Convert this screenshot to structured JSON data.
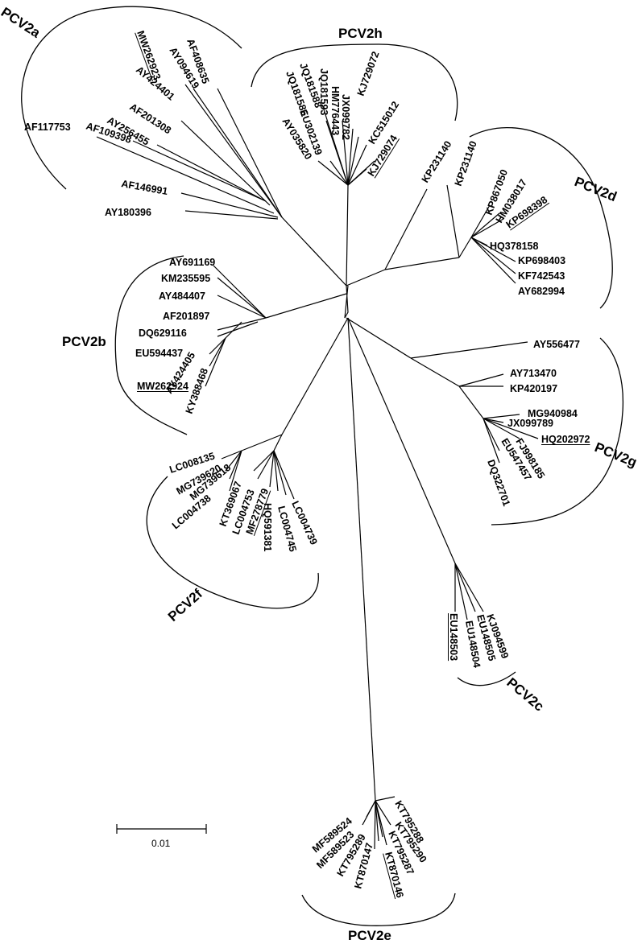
{
  "clades": {
    "pcv2a": "PCV2a",
    "pcv2h": "PCV2h",
    "pcv2d": "PCV2d",
    "pcv2b": "PCV2b",
    "pcv2g": "PCV2g",
    "pcv2f": "PCV2f",
    "pcv2c": "PCV2c",
    "pcv2e": "PCV2e"
  },
  "scale_bar": {
    "value": "0.01"
  },
  "leaves": {
    "a": [
      "MW262923",
      "AF408635",
      "AY094619",
      "AY424401",
      "AF201308",
      "AY256455",
      "AF117753",
      "AF109398",
      "AF146991",
      "AY180396"
    ],
    "h": [
      "JQ181588",
      "JQ181586",
      "JQ181593",
      "HM776443",
      "JX099782",
      "KJ729072",
      "KC515012",
      "EU302139",
      "AY035820",
      "KJ729074"
    ],
    "d": [
      "KP231140",
      "KP231140",
      "KP867050",
      "HM038017",
      "KP698398",
      "HQ378158",
      "KP698403",
      "KF742543",
      "AY682994"
    ],
    "b": [
      "AY691169",
      "KM235595",
      "AY484407",
      "AF201897",
      "DQ629116",
      "EU594437",
      "MW262924",
      "AY424405",
      "KY388468"
    ],
    "g": [
      "AY556477",
      "AY713470",
      "KP420197",
      "MG940984",
      "JX099789",
      "HQ202972",
      "FJ998185",
      "EU547457",
      "DQ322701"
    ],
    "f": [
      "LC008135",
      "MG739620",
      "MG739618",
      "LC004738",
      "KT369067",
      "LC004753",
      "MF278779",
      "HQ591381",
      "LC004745",
      "LC004739"
    ],
    "c": [
      "KJ094599",
      "EU148505",
      "EU148504",
      "EU148503"
    ],
    "e": [
      "KT795288",
      "MF589524",
      "MF589523",
      "KT795289",
      "KT795290",
      "KT795287",
      "KT870146",
      "KT870147"
    ]
  },
  "underlined": [
    "MW262923",
    "KJ729074",
    "KP698398",
    "MW262924",
    "HQ202972",
    "MF278779",
    "EU148503",
    "KT870146"
  ]
}
